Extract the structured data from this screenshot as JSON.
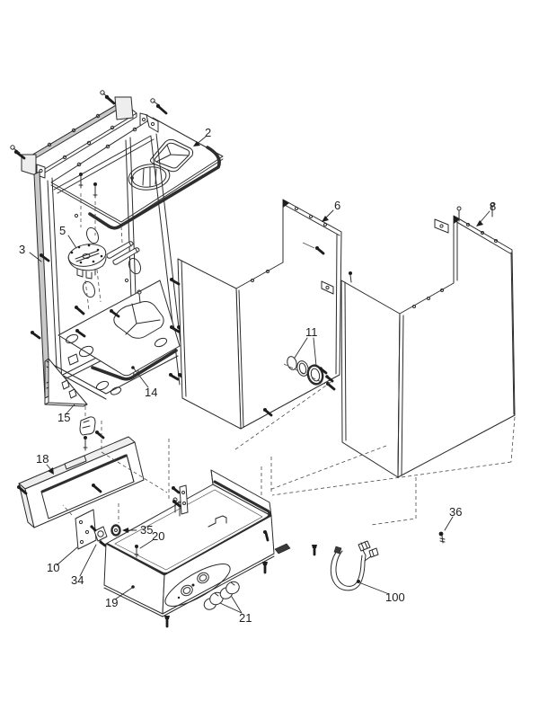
{
  "figure": {
    "type": "exploded-parts-diagram",
    "description": "Appliance chassis exploded view technical illustration",
    "background": "#ffffff",
    "line_color": "#2b2b2b",
    "gasket_color": "#2e2e2e",
    "shade_color": "#c9c9c9"
  },
  "callouts": {
    "n2": "2",
    "n3": "3",
    "n5": "5",
    "n6": "6",
    "n8": "8",
    "n10": "10",
    "n11": "11",
    "n14": "14",
    "n15": "15",
    "n18": "18",
    "n19": "19",
    "n20": "20",
    "n21": "21",
    "n34": "34",
    "n35": "35",
    "n36": "36",
    "n100": "100"
  }
}
